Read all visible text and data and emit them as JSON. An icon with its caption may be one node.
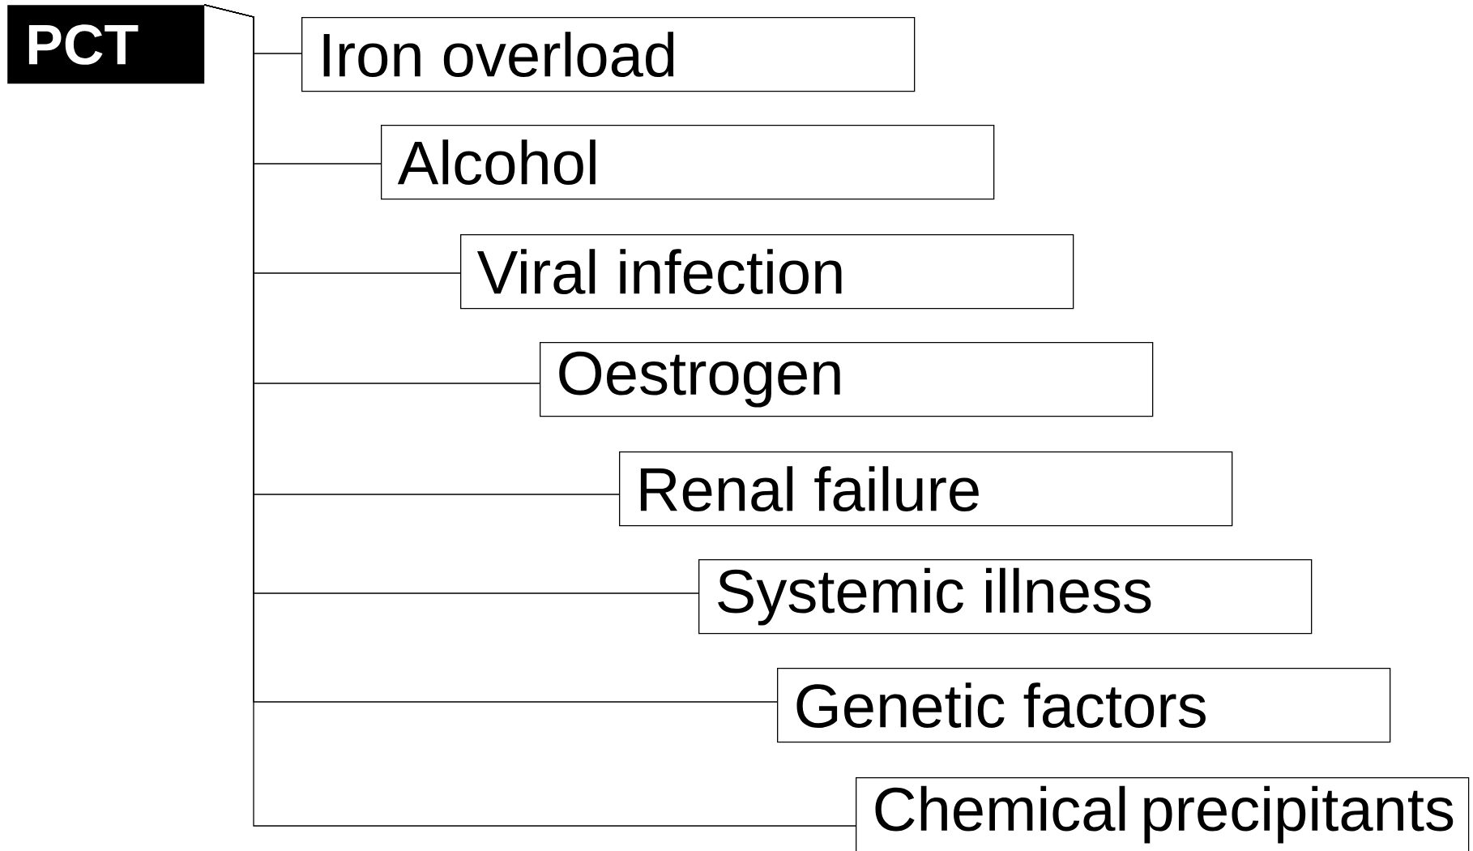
{
  "diagram": {
    "nodes": [
      {
        "text": [
          "PCT"
        ]
      },
      {
        "text": [
          "Iron overload"
        ]
      },
      {
        "text": [
          "Alcohol"
        ]
      },
      {
        "text": [
          "Viral infection"
        ]
      },
      {
        "text": [
          "Oestrogen"
        ]
      },
      {
        "text": [
          "Renal failure"
        ]
      },
      {
        "text": [
          "Systemic illness"
        ]
      },
      {
        "text": [
          "Genetic factors"
        ]
      },
      {
        "text": [
          "Chemical precipitants"
        ]
      }
    ],
    "edges": [
      {
        "from": 0,
        "to": 1,
        "arrow": "none"
      },
      {
        "from": 0,
        "to": 2,
        "arrow": "none"
      },
      {
        "from": 0,
        "to": 3,
        "arrow": "none"
      },
      {
        "from": 0,
        "to": 4,
        "arrow": "none"
      },
      {
        "from": 0,
        "to": 5,
        "arrow": "none"
      },
      {
        "from": 0,
        "to": 6,
        "arrow": "none"
      },
      {
        "from": 0,
        "to": 7,
        "arrow": "none"
      },
      {
        "from": 0,
        "to": 8,
        "arrow": "none"
      }
    ]
  }
}
